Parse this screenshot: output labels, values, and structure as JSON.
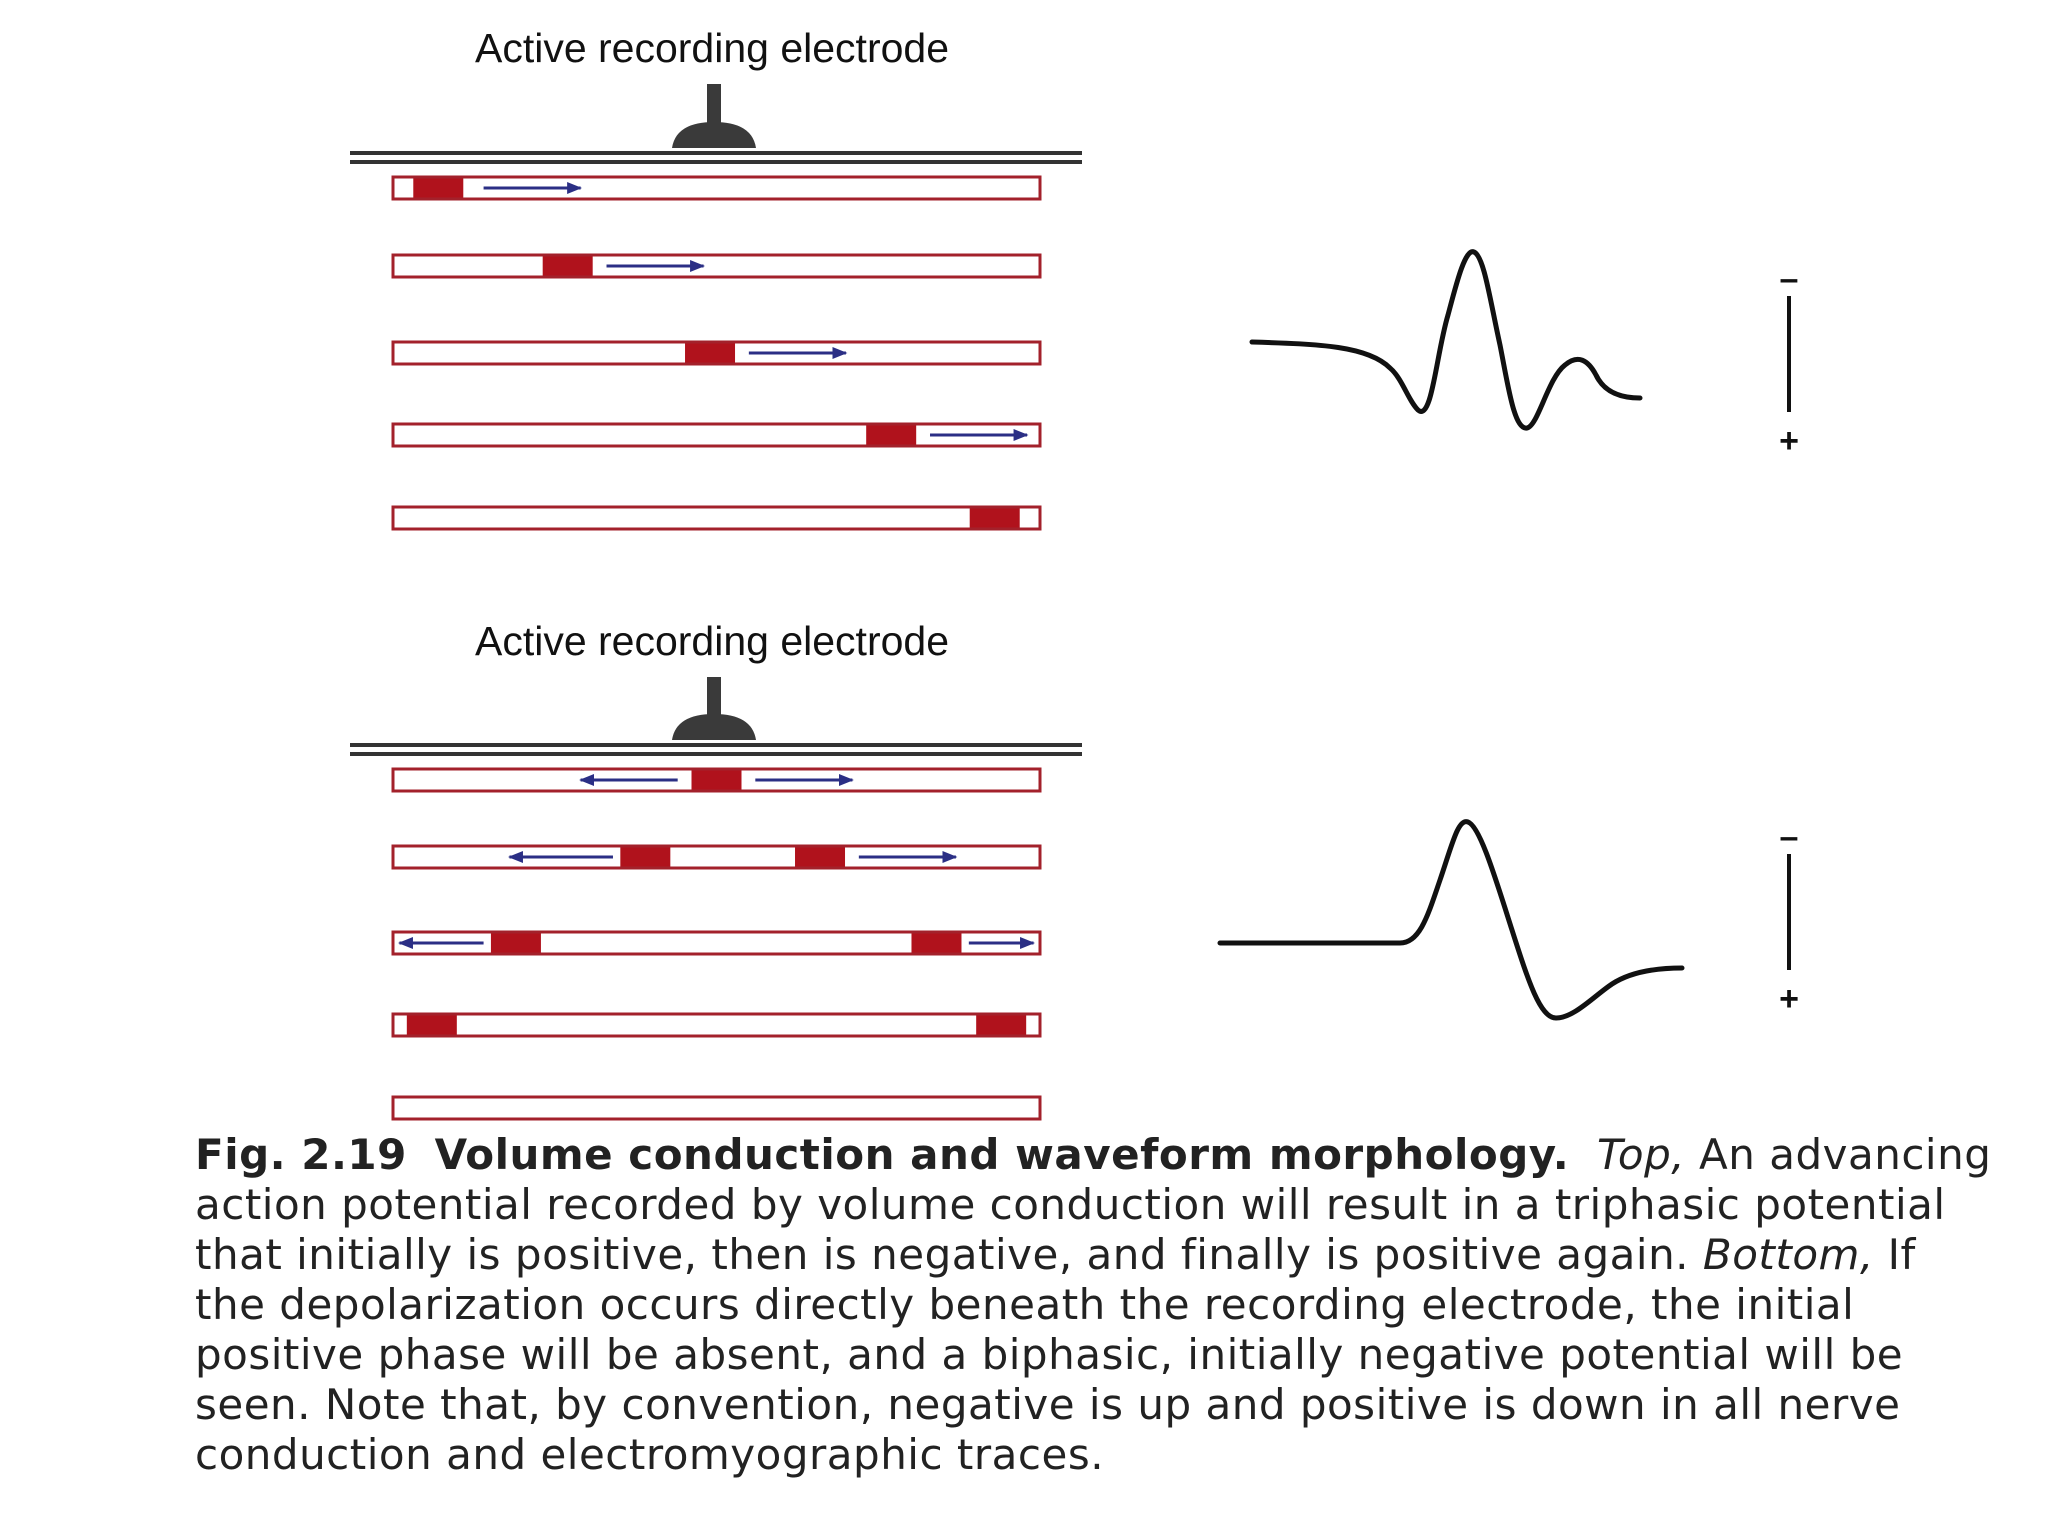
{
  "colors": {
    "fiber_outline": "#a3212b",
    "depolarization": "#b0121c",
    "arrow": "#2b2f85",
    "electrode": "#3a3a3a",
    "trace": "#111111"
  },
  "panels": [
    {
      "id": "top",
      "electrode_label": "Active recording electrode",
      "fibers": [
        {
          "blocks": [
            0.07
          ],
          "arrows": [
            {
              "from": 0.14,
              "to": 0.29
            }
          ]
        },
        {
          "blocks": [
            0.27
          ],
          "arrows": [
            {
              "from": 0.33,
              "to": 0.48
            }
          ]
        },
        {
          "blocks": [
            0.49
          ],
          "arrows": [
            {
              "from": 0.55,
              "to": 0.7
            }
          ]
        },
        {
          "blocks": [
            0.77
          ],
          "arrows": [
            {
              "from": 0.83,
              "to": 0.98
            }
          ]
        },
        {
          "blocks": [
            0.93
          ],
          "arrows": []
        }
      ],
      "waveform": "triphasic",
      "scale": {
        "top_sign": "–",
        "bottom_sign": "+"
      }
    },
    {
      "id": "bottom",
      "electrode_label": "Active recording electrode",
      "fibers": [
        {
          "blocks": [
            0.5
          ],
          "arrows": [
            {
              "from": 0.44,
              "to": 0.29
            },
            {
              "from": 0.56,
              "to": 0.71
            }
          ]
        },
        {
          "blocks": [
            0.39,
            0.66
          ],
          "arrows": [
            {
              "from": 0.34,
              "to": 0.18
            },
            {
              "from": 0.72,
              "to": 0.87
            }
          ]
        },
        {
          "blocks": [
            0.19,
            0.84
          ],
          "arrows": [
            {
              "from": 0.14,
              "to": 0.01
            },
            {
              "from": 0.89,
              "to": 0.99
            }
          ]
        },
        {
          "blocks": [
            0.06,
            0.94
          ],
          "arrows": []
        },
        {
          "blocks": [],
          "arrows": []
        }
      ],
      "waveform": "biphasic",
      "scale": {
        "top_sign": "–",
        "bottom_sign": "+"
      }
    }
  ],
  "caption": {
    "figure_label": "Fig. 2.19",
    "figure_title": "Volume conduction and waveform morphology.",
    "top_label": "Top,",
    "top_text": "An advancing action potential recorded by volume conduction will result in a triphasic potential that initially is positive, then is negative, and finally is positive again.",
    "bottom_label": "Bottom,",
    "bottom_text": "If the depolarization occurs directly beneath the recording electrode, the initial positive phase will be absent, and a biphasic, initially negative potential will be seen. Note that, by convention, negative is up and positive is down in all nerve conduction and electromyographic traces."
  }
}
